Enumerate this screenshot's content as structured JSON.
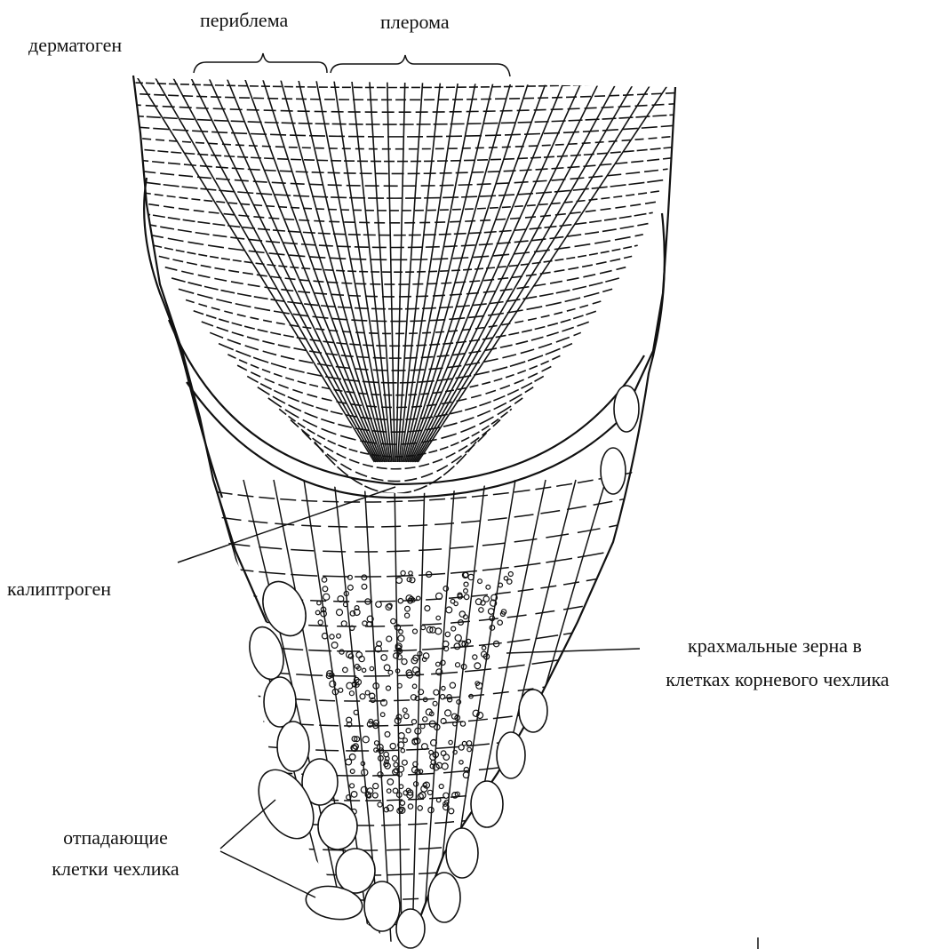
{
  "labels": {
    "dermatogen": "дерматоген",
    "periblema": "периблема",
    "pleroma": "плерома",
    "calyptrogen": "калиптроген",
    "starch_line1": "крахмальные зерна в",
    "starch_line2": "клетках корневого чехлика",
    "sloughing_line1": "отпадающие",
    "sloughing_line2": "клетки чехлика"
  },
  "colors": {
    "ink": "#111111",
    "background": "#ffffff"
  }
}
